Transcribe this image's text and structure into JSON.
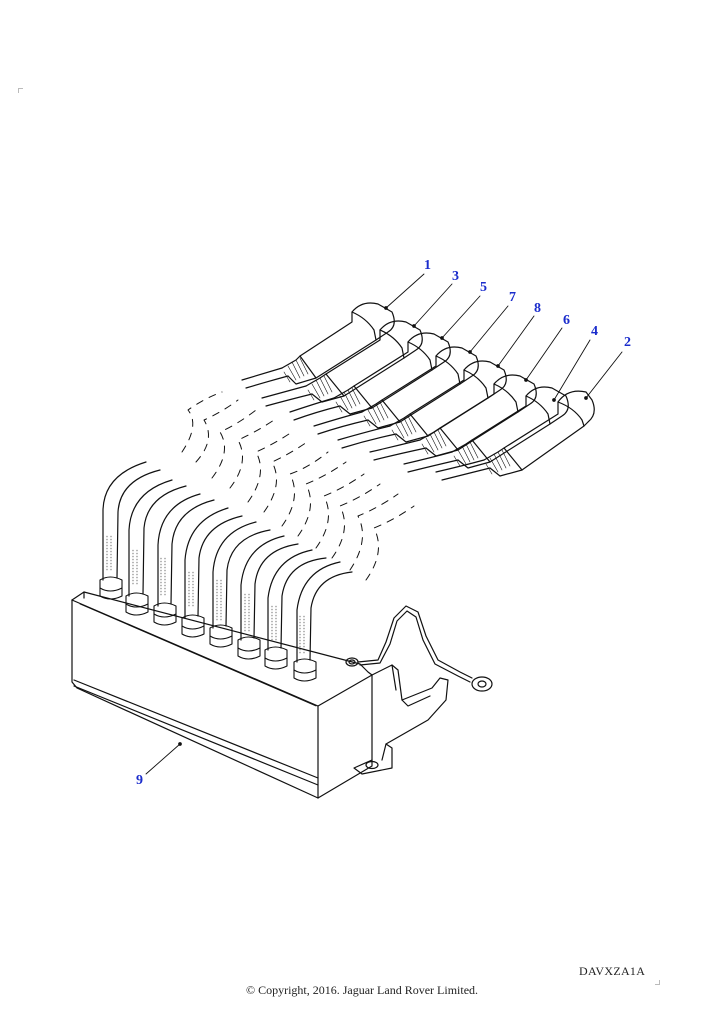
{
  "diagram": {
    "callouts": [
      {
        "id": "1",
        "label": "1"
      },
      {
        "id": "3",
        "label": "3"
      },
      {
        "id": "5",
        "label": "5"
      },
      {
        "id": "7",
        "label": "7"
      },
      {
        "id": "8",
        "label": "8"
      },
      {
        "id": "6",
        "label": "6"
      },
      {
        "id": "4",
        "label": "4"
      },
      {
        "id": "2",
        "label": "2"
      },
      {
        "id": "9",
        "label": "9"
      }
    ],
    "reference_code": "DAVXZA1A",
    "copyright": "© Copyright, 2016. Jaguar Land Rover Limited."
  },
  "colors": {
    "callout": "#1a2ccc",
    "line": "#111111"
  }
}
